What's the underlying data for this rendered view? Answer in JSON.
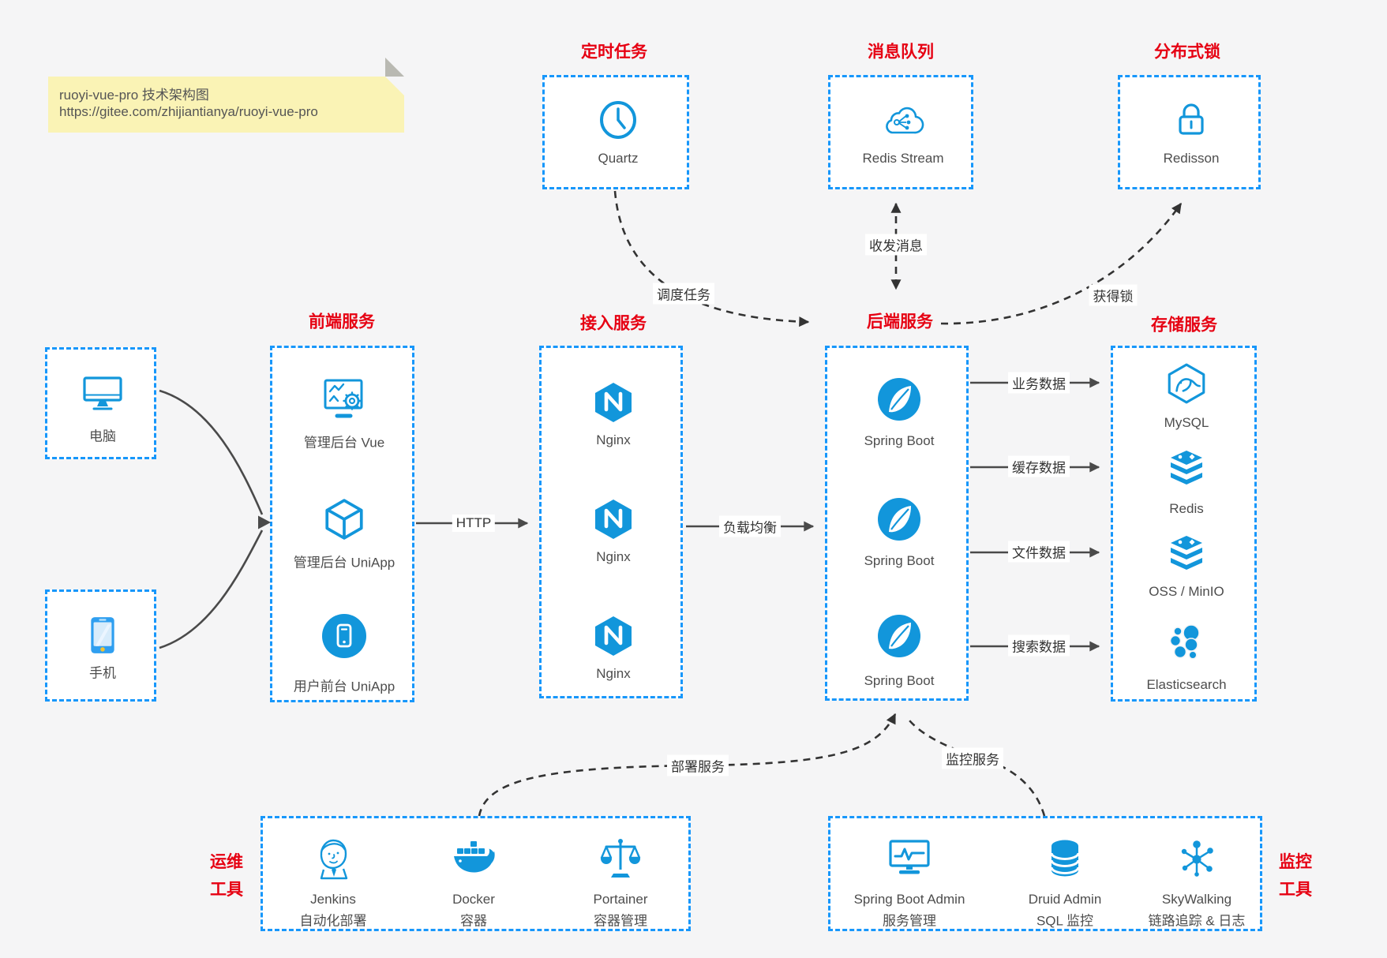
{
  "note": {
    "title": "ruoyi-vue-pro 技术架构图",
    "url": "https://gitee.com/zhijiantianya/ruoyi-vue-pro"
  },
  "colors": {
    "border_blue": "#1797fb",
    "icon_blue": "#1296db",
    "label_red": "#e60012",
    "arrow_dark": "#333333",
    "arrow_gray": "#4a4a4a",
    "note_bg": "#faf3b5",
    "page_bg": "#f5f5f6"
  },
  "sections": {
    "scheduler": {
      "label": "定时任务",
      "item": {
        "name": "Quartz"
      }
    },
    "mq": {
      "label": "消息队列",
      "item": {
        "name": "Redis Stream"
      }
    },
    "lock": {
      "label": "分布式锁",
      "item": {
        "name": "Redisson"
      }
    },
    "clients": {
      "pc": {
        "name": "电脑"
      },
      "mobile": {
        "name": "手机"
      }
    },
    "frontend": {
      "label": "前端服务",
      "items": [
        {
          "name": "管理后台 Vue"
        },
        {
          "name": "管理后台 UniApp"
        },
        {
          "name": "用户前台 UniApp"
        }
      ]
    },
    "gateway": {
      "label": "接入服务",
      "items": [
        {
          "name": "Nginx"
        },
        {
          "name": "Nginx"
        },
        {
          "name": "Nginx"
        }
      ]
    },
    "backend": {
      "label": "后端服务",
      "items": [
        {
          "name": "Spring Boot"
        },
        {
          "name": "Spring Boot"
        },
        {
          "name": "Spring Boot"
        }
      ]
    },
    "storage": {
      "label": "存储服务",
      "items": [
        {
          "name": "MySQL"
        },
        {
          "name": "Redis"
        },
        {
          "name": "OSS / MinIO"
        },
        {
          "name": "Elasticsearch"
        }
      ]
    },
    "ops": {
      "label_line1": "运维",
      "label_line2": "工具",
      "items": [
        {
          "name": "Jenkins",
          "desc": "自动化部署"
        },
        {
          "name": "Docker",
          "desc": "容器"
        },
        {
          "name": "Portainer",
          "desc": "容器管理"
        }
      ]
    },
    "monitoring": {
      "label_line1": "监控",
      "label_line2": "工具",
      "items": [
        {
          "name": "Spring Boot Admin",
          "desc": "服务管理"
        },
        {
          "name": "Druid Admin",
          "desc": "SQL 监控"
        },
        {
          "name": "SkyWalking",
          "desc": "链路追踪 & 日志"
        }
      ]
    }
  },
  "arrows": {
    "http": "HTTP",
    "load_balance": "负载均衡",
    "business_data": "业务数据",
    "cache_data": "缓存数据",
    "file_data": "文件数据",
    "search_data": "搜索数据",
    "schedule_task": "调度任务",
    "send_receive_message": "收发消息",
    "acquire_lock": "获得锁",
    "deploy_service": "部署服务",
    "monitor_service": "监控服务"
  }
}
